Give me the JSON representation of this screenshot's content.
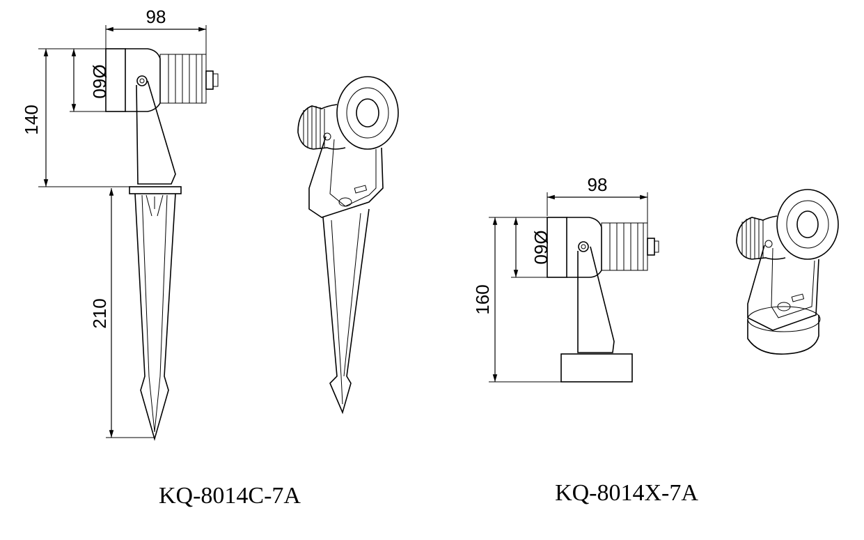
{
  "drawing": {
    "model_left": "KQ-8014C-7A",
    "model_right": "KQ-8014X-7A",
    "left_dims": {
      "width": "98",
      "height_head": "140",
      "diameter": "Ø60",
      "spike_length": "210"
    },
    "right_dims": {
      "width": "98",
      "height_total": "160",
      "diameter": "Ø60"
    }
  },
  "colors": {
    "line": "#000000",
    "background": "#ffffff"
  }
}
